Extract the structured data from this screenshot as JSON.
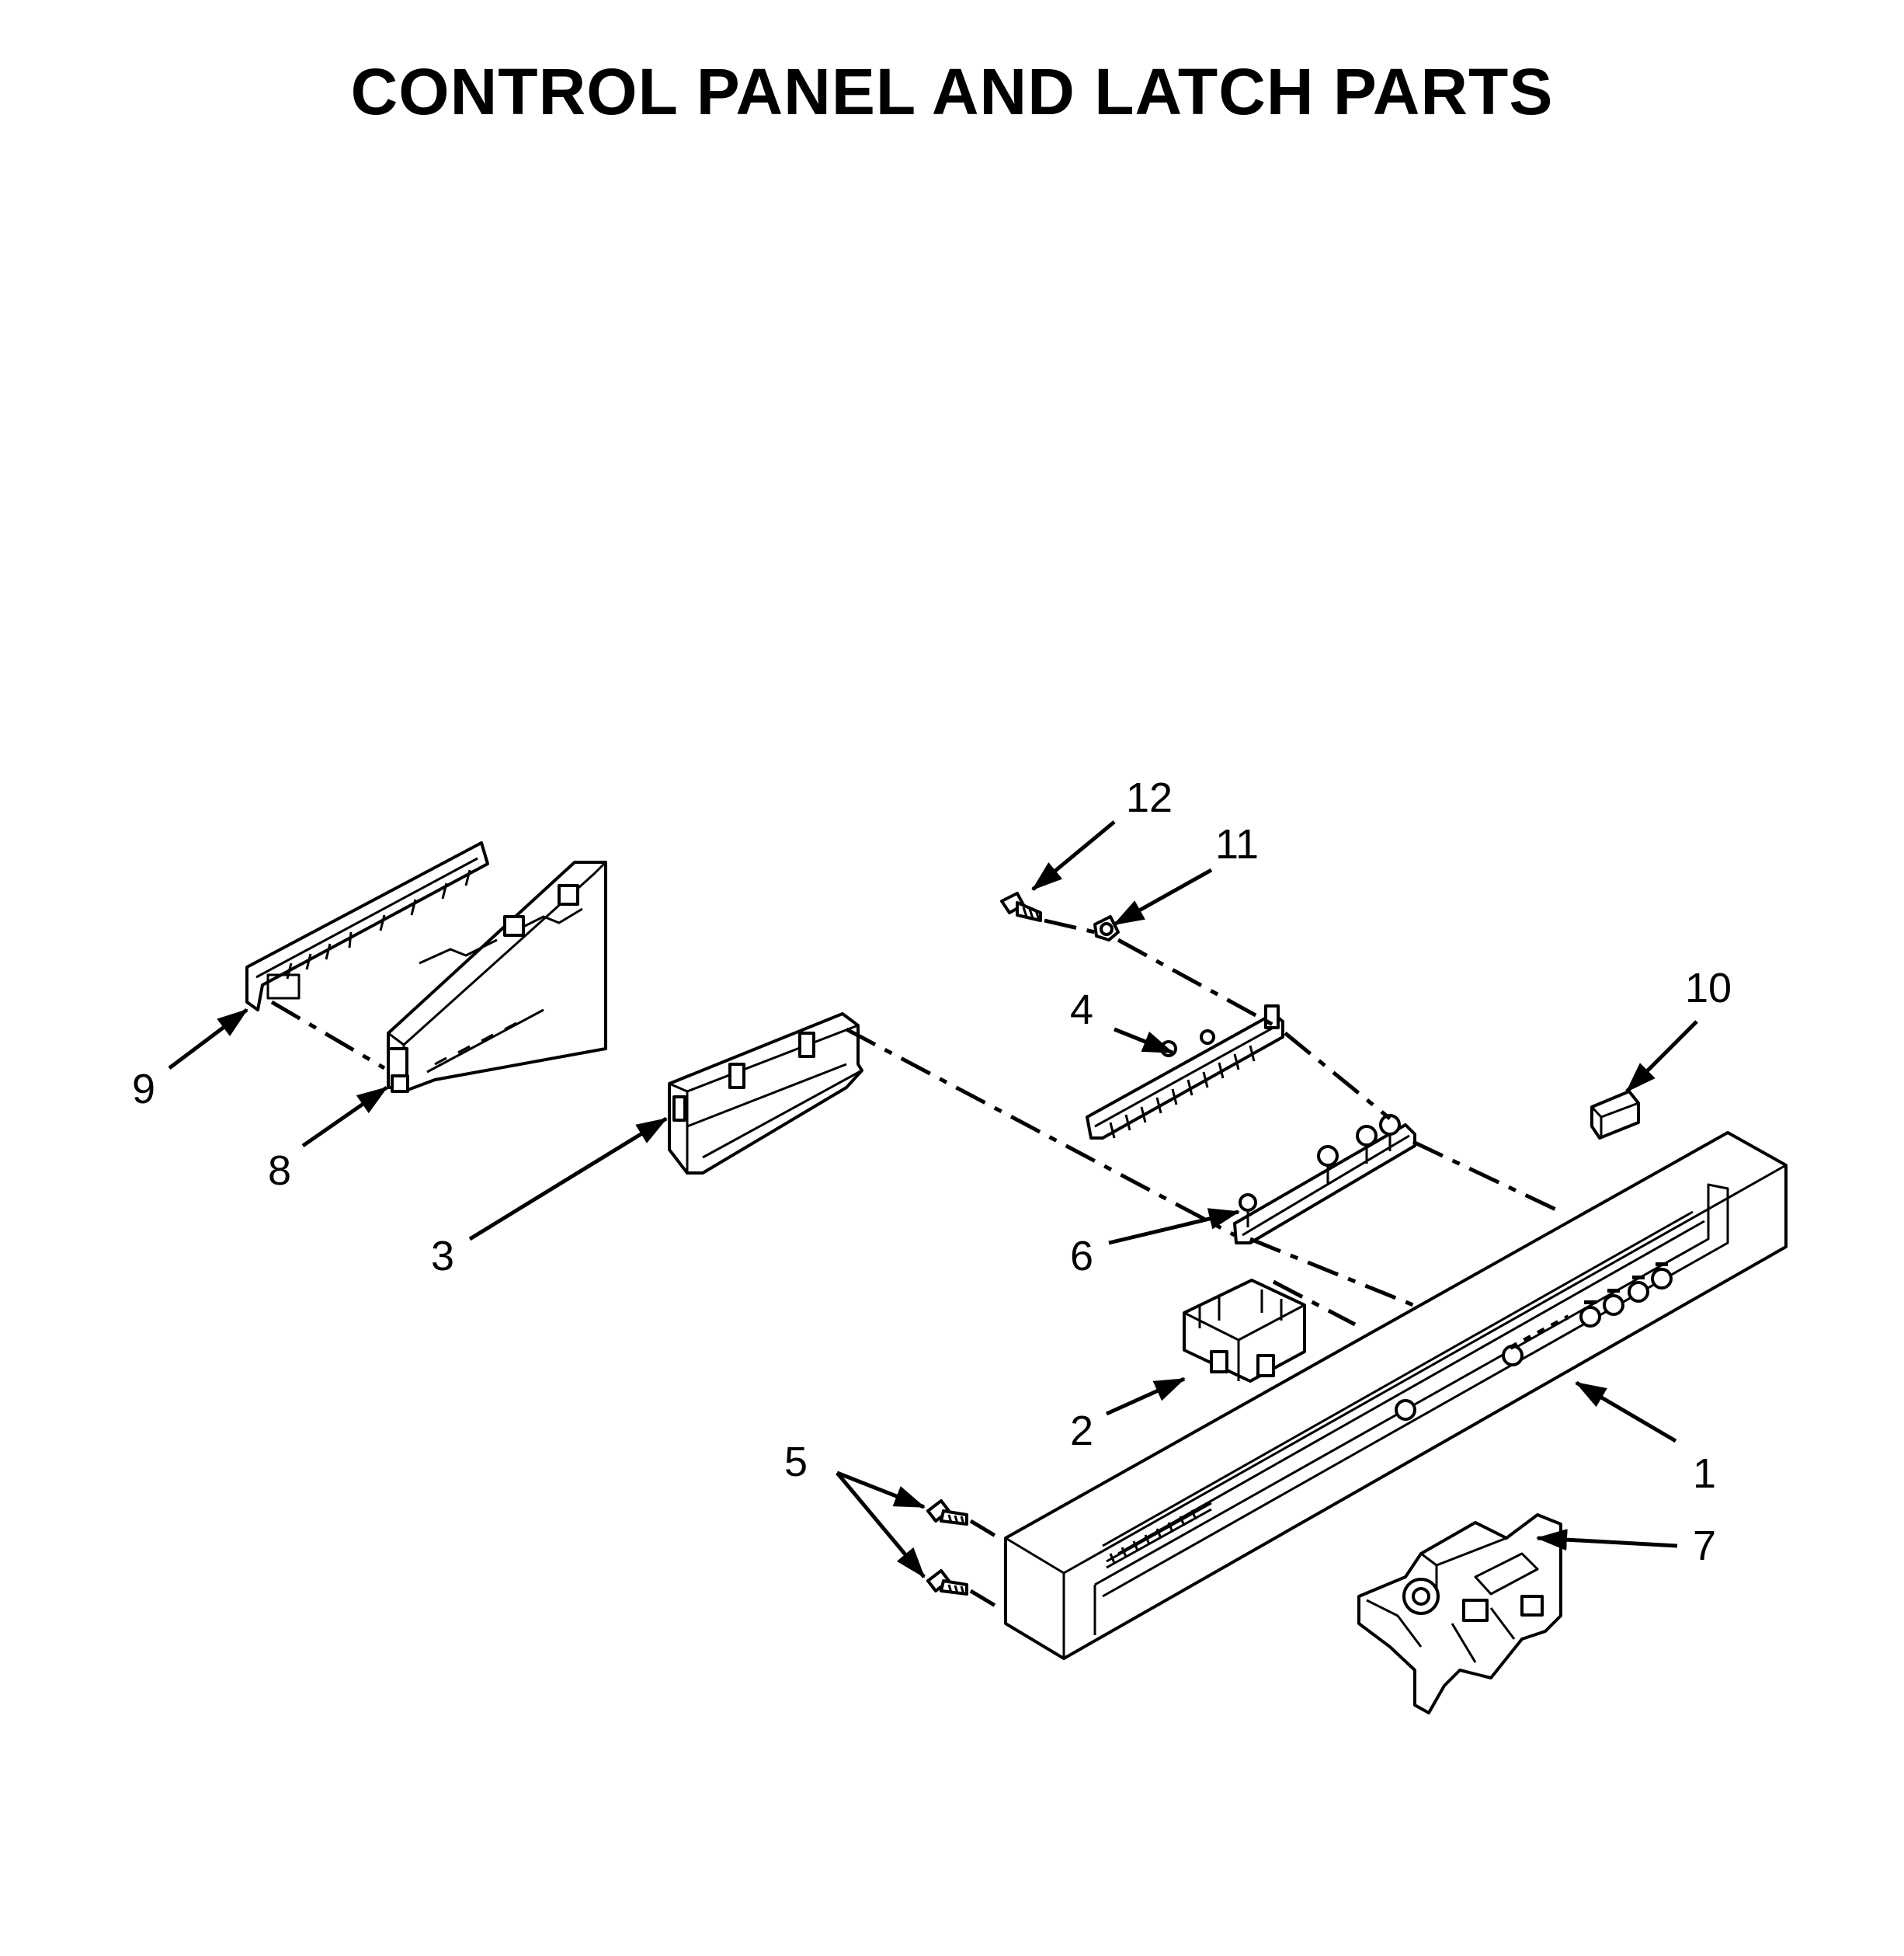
{
  "title": "CONTROL PANEL AND LATCH PARTS",
  "callouts": {
    "c1": "1",
    "c2": "2",
    "c3": "3",
    "c4": "4",
    "c5": "5",
    "c6": "6",
    "c7": "7",
    "c8": "8",
    "c9": "9",
    "c10": "10",
    "c11": "11",
    "c12": "12"
  }
}
